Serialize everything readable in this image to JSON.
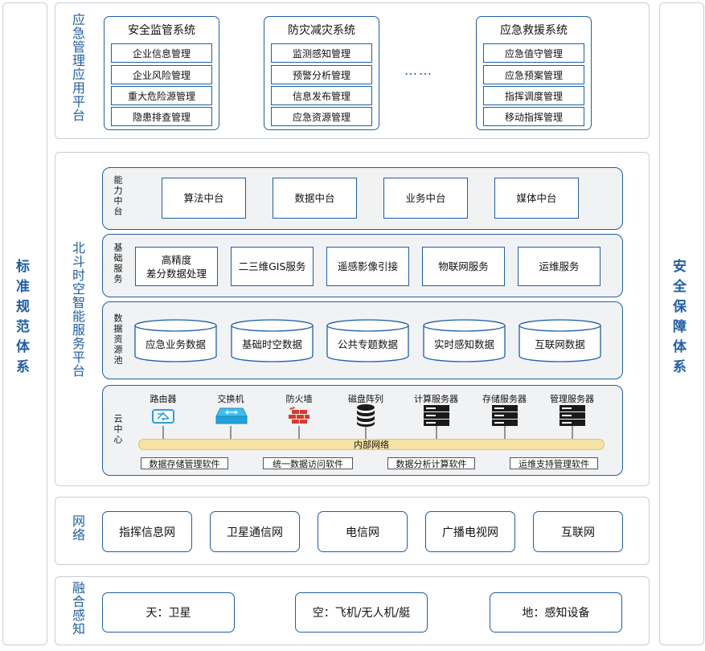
{
  "side_left": "标准规范体系",
  "side_right": "安全保障体系",
  "app_platform": {
    "title": "应急管理应用平台",
    "systems": [
      {
        "title": "安全监管系统",
        "items": [
          "企业信息管理",
          "企业风险管理",
          "重大危险源管理",
          "隐患排查管理"
        ]
      },
      {
        "title": "防灾减灾系统",
        "items": [
          "监测感知管理",
          "预警分析管理",
          "信息发布管理",
          "应急资源管理"
        ]
      },
      {
        "title": "应急救援系统",
        "items": [
          "应急值守管理",
          "应急预案管理",
          "指挥调度管理",
          "移动指挥管理"
        ]
      }
    ],
    "ellipsis": "……"
  },
  "service_platform": {
    "title": "北斗时空智能服务平台",
    "capability": {
      "label": "能力中台",
      "items": [
        "算法中台",
        "数据中台",
        "业务中台",
        "媒体中台"
      ]
    },
    "basic": {
      "label": "基础服务",
      "items": [
        "高精度\n差分数据处理",
        "二三维GIS服务",
        "遥感影像引接",
        "物联网服务",
        "运维服务"
      ]
    },
    "data_pool": {
      "label": "数据资源池",
      "items": [
        "应急业务数据",
        "基础时空数据",
        "公共专题数据",
        "实时感知数据",
        "互联网数据"
      ]
    },
    "cloud": {
      "label": "云中心",
      "devices": [
        {
          "name": "路由器",
          "icon": "router-icon"
        },
        {
          "name": "交换机",
          "icon": "switch-icon"
        },
        {
          "name": "防火墙",
          "icon": "firewall-icon"
        },
        {
          "name": "磁盘阵列",
          "icon": "disk-array-icon"
        },
        {
          "name": "计算服务器",
          "icon": "server-icon"
        },
        {
          "name": "存储服务器",
          "icon": "server-icon"
        },
        {
          "name": "管理服务器",
          "icon": "server-icon"
        }
      ],
      "bus": "内部网络",
      "software": [
        "数据存储管理软件",
        "统一数据访问软件",
        "数据分析计算软件",
        "运维支持管理软件"
      ]
    }
  },
  "network": {
    "title": "网络",
    "items": [
      "指挥信息网",
      "卫星通信网",
      "电信网",
      "广播电视网",
      "互联网"
    ]
  },
  "fusion": {
    "title": "融合感知",
    "items": [
      "天：卫星",
      "空：飞机/无人机/艇",
      "地：感知设备"
    ]
  },
  "colors": {
    "accent": "#1f5ea8",
    "router": "#2a9fd6",
    "switch": "#1fa3d8",
    "firewall": "#d93a2b",
    "bus": "#f6e2a4"
  }
}
